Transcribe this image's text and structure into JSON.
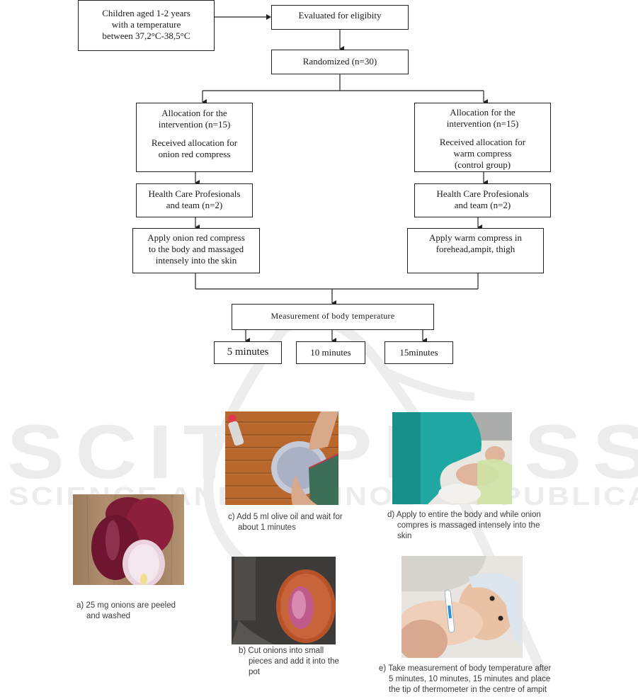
{
  "watermark": {
    "main": "SCITEPRESS",
    "sub": "SCIENCE AND TECHNOLOGY PUBLICATIONS"
  },
  "flowchart": {
    "inclusion": {
      "lines": [
        "Children aged 1-2 years",
        "with a temperature",
        "between 37,2°C-38,5°C"
      ]
    },
    "eligibility": {
      "label": "Evaluated for eligibity"
    },
    "randomized": {
      "label": "Randomized (n=30)"
    },
    "intervention_arm": {
      "allocation": {
        "lines_top": [
          "Allocation for the",
          "intervention (n=15)"
        ],
        "lines_bottom": [
          "Received allocation for",
          "onion red compress"
        ]
      },
      "team": {
        "lines": [
          "Health Care Profesionals",
          "and team (n=2)"
        ]
      },
      "procedure": {
        "lines": [
          "Apply onion red compress",
          "to the body and massaged",
          "intensely into the skin"
        ]
      }
    },
    "control_arm": {
      "allocation": {
        "lines_top": [
          "Allocation for the",
          "intervention (n=15)"
        ],
        "lines_bottom": [
          "Received allocation for",
          "warm compress",
          "(control group)"
        ]
      },
      "team": {
        "lines": [
          "Health Care Profesionals",
          "and team (n=2)"
        ]
      },
      "procedure": {
        "lines": [
          "Apply warm compress in",
          "forehead,ampit, thigh"
        ]
      }
    },
    "measurement": {
      "label": "Measurement of body temperature"
    },
    "timepoints": [
      "5 minutes",
      "10 minutes",
      "15minutes"
    ]
  },
  "steps": [
    {
      "id": "a",
      "image": "red-onions-photo",
      "lines": [
        "a) 25 mg onions are peeled",
        "and washed"
      ]
    },
    {
      "id": "b",
      "image": "chopped-onions-in-pot-photo",
      "lines": [
        "b)  Cut onions into small",
        "pieces and add it into the",
        "pot"
      ]
    },
    {
      "id": "c",
      "image": "adding-olive-oil-photo",
      "lines": [
        "c) Add 5 ml olive oil and wait for",
        "about 1 minutes"
      ]
    },
    {
      "id": "d",
      "image": "applying-compress-to-child-photo",
      "lines": [
        "d) Apply to entire the body and while onion",
        "compres is massaged intensely into the",
        "skin"
      ]
    },
    {
      "id": "e",
      "image": "baby-with-thermometer-photo",
      "lines": [
        "e) Take measurement of body temperature after",
        "5 minutes, 10 minutes, 15 minutes and place",
        "the tip of thermometer in the centre of ampit"
      ]
    }
  ]
}
